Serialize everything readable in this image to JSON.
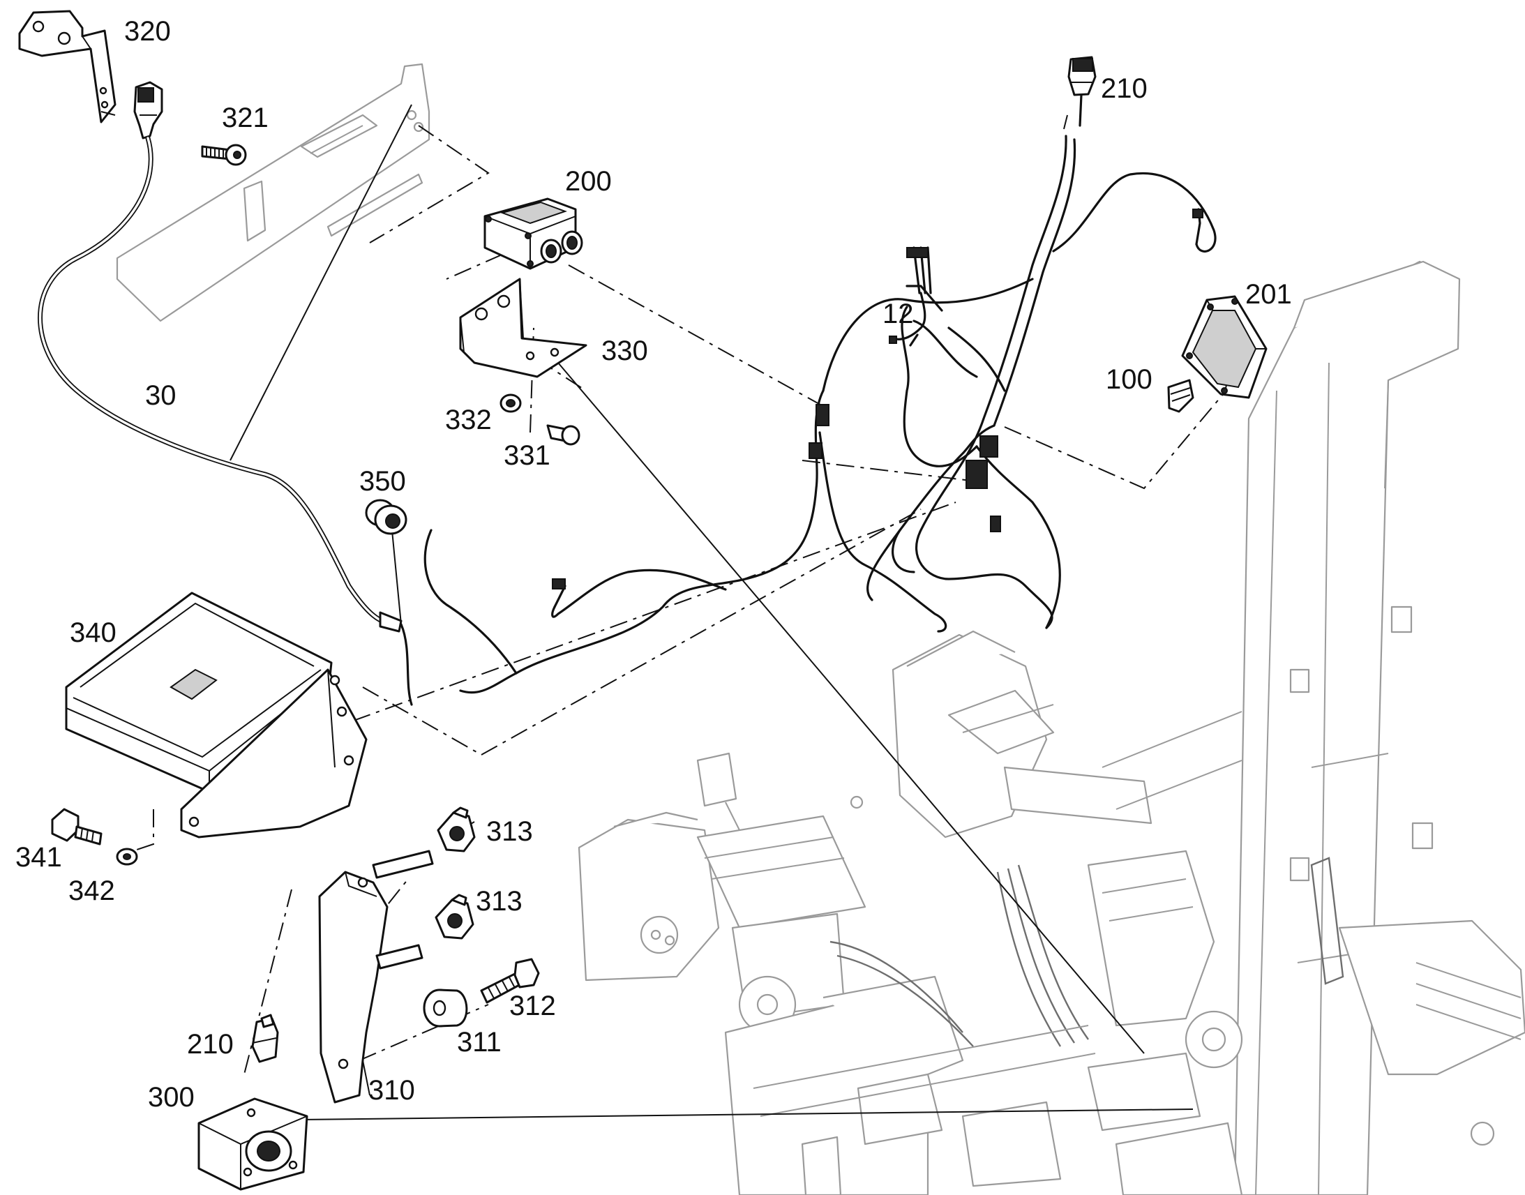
{
  "diagram": {
    "background": "#ffffff",
    "ink_color": "#111111",
    "ghost_color": "#9a9a9a",
    "callouts": [
      {
        "id": "c-320",
        "text": "320"
      },
      {
        "id": "c-321",
        "text": "321"
      },
      {
        "id": "c-210a",
        "text": "210"
      },
      {
        "id": "c-200",
        "text": "200"
      },
      {
        "id": "c-201",
        "text": "201"
      },
      {
        "id": "c-12",
        "text": "12"
      },
      {
        "id": "c-330",
        "text": "330"
      },
      {
        "id": "c-100",
        "text": "100"
      },
      {
        "id": "c-30",
        "text": "30"
      },
      {
        "id": "c-332",
        "text": "332"
      },
      {
        "id": "c-331",
        "text": "331"
      },
      {
        "id": "c-350",
        "text": "350"
      },
      {
        "id": "c-340",
        "text": "340"
      },
      {
        "id": "c-313a",
        "text": "313"
      },
      {
        "id": "c-341",
        "text": "341"
      },
      {
        "id": "c-342",
        "text": "342"
      },
      {
        "id": "c-313b",
        "text": "313"
      },
      {
        "id": "c-312",
        "text": "312"
      },
      {
        "id": "c-311",
        "text": "311"
      },
      {
        "id": "c-210b",
        "text": "210"
      },
      {
        "id": "c-300",
        "text": "300"
      },
      {
        "id": "c-310",
        "text": "310"
      }
    ]
  }
}
